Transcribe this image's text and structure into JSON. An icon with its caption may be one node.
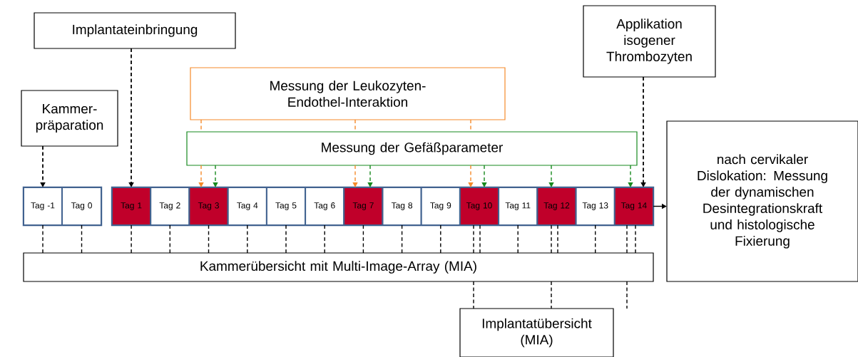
{
  "diagram": {
    "nodes": [
      {
        "text": [
          "Implantateinbringung"
        ]
      },
      {
        "text": [
          "Applikation isogener Thrombozyten"
        ]
      },
      {
        "text": [
          "Messung der Leukozyten-Endothel-Interaktion"
        ]
      },
      {
        "text": [
          "Kammer-präparation"
        ]
      },
      {
        "text": [
          "Messung der Gefäßparameter"
        ]
      },
      {
        "text": [
          "nach cervikaler Dislokation: Messung der dynamischen Desintegrationskraft und histologische Fixierung"
        ]
      },
      {
        "text": [
          "Tag -1"
        ]
      },
      {
        "text": [
          "Tag 0"
        ]
      },
      {
        "text": [
          "Tag 1"
        ]
      },
      {
        "text": [
          "Tag 2"
        ]
      },
      {
        "text": [
          "Tag 3"
        ]
      },
      {
        "text": [
          "Tag 4"
        ]
      },
      {
        "text": [
          "Tag 5"
        ]
      },
      {
        "text": [
          "Tag 6"
        ]
      },
      {
        "text": [
          "Tag 7"
        ]
      },
      {
        "text": [
          "Tag 8"
        ]
      },
      {
        "text": [
          "Tag 9"
        ]
      },
      {
        "text": [
          "Tag 10"
        ]
      },
      {
        "text": [
          "Tag 11"
        ]
      },
      {
        "text": [
          "Tag 12"
        ]
      },
      {
        "text": [
          "Tag 13"
        ]
      },
      {
        "text": [
          "Tag 14"
        ]
      },
      {
        "text": [
          "Kammerübersicht mit Multi-Image-Array (MIA)"
        ]
      },
      {
        "text": [
          "Implantatübersicht (MIA)"
        ]
      }
    ],
    "edges": [
      {
        "from": 3,
        "to": 6,
        "arrow": "to",
        "style": "dashed"
      },
      {
        "from": 0,
        "to": 8,
        "arrow": "to",
        "style": "dashed"
      },
      {
        "from": 1,
        "to": 21,
        "arrow": "to",
        "style": "dashed"
      },
      {
        "from": 2,
        "to": 4,
        "arrow": "none",
        "style": "dashed",
        "color": "#f58a2a"
      },
      {
        "from": 2,
        "to": 4,
        "arrow": "none",
        "style": "dashed",
        "color": "#f58a2a"
      },
      {
        "from": 2,
        "to": 4,
        "arrow": "none",
        "style": "dashed",
        "color": "#f58a2a"
      },
      {
        "from": 4,
        "to": 10,
        "arrow": "to",
        "style": "dashed",
        "color": "#f58a2a"
      },
      {
        "from": 4,
        "to": 14,
        "arrow": "to",
        "style": "dashed",
        "color": "#f58a2a"
      },
      {
        "from": 4,
        "to": 17,
        "arrow": "to",
        "style": "dashed",
        "color": "#f58a2a"
      },
      {
        "from": 4,
        "to": 10,
        "arrow": "to",
        "style": "dashed",
        "color": "#17891e"
      },
      {
        "from": 4,
        "to": 14,
        "arrow": "to",
        "style": "dashed",
        "color": "#17891e"
      },
      {
        "from": 4,
        "to": 17,
        "arrow": "to",
        "style": "dashed",
        "color": "#17891e"
      },
      {
        "from": 4,
        "to": 19,
        "arrow": "to",
        "style": "dashed",
        "color": "#17891e"
      },
      {
        "from": 4,
        "to": 21,
        "arrow": "to",
        "style": "dashed",
        "color": "#17891e"
      },
      {
        "from": 21,
        "to": 5,
        "arrow": "to"
      },
      {
        "from": 6,
        "to": 22,
        "arrow": "none",
        "style": "dashed"
      },
      {
        "from": 7,
        "to": 22,
        "arrow": "none",
        "style": "dashed"
      },
      {
        "from": 8,
        "to": 22,
        "arrow": "none",
        "style": "dashed"
      },
      {
        "from": 9,
        "to": 22,
        "arrow": "none",
        "style": "dashed"
      },
      {
        "from": 10,
        "to": 22,
        "arrow": "none",
        "style": "dashed"
      },
      {
        "from": 11,
        "to": 22,
        "arrow": "none",
        "style": "dashed"
      },
      {
        "from": 12,
        "to": 22,
        "arrow": "none",
        "style": "dashed"
      },
      {
        "from": 13,
        "to": 22,
        "arrow": "none",
        "style": "dashed"
      },
      {
        "from": 14,
        "to": 22,
        "arrow": "none",
        "style": "dashed"
      },
      {
        "from": 15,
        "to": 22,
        "arrow": "none",
        "style": "dashed"
      },
      {
        "from": 16,
        "to": 22,
        "arrow": "none",
        "style": "dashed"
      },
      {
        "from": 17,
        "to": 22,
        "arrow": "none",
        "style": "dashed"
      },
      {
        "from": 18,
        "to": 22,
        "arrow": "none",
        "style": "dashed"
      },
      {
        "from": 19,
        "to": 22,
        "arrow": "none",
        "style": "dashed"
      },
      {
        "from": 20,
        "to": 22,
        "arrow": "none",
        "style": "dashed"
      },
      {
        "from": 21,
        "to": 22,
        "arrow": "none",
        "style": "dashed"
      },
      {
        "from": 17,
        "to": 22,
        "arrow": "none",
        "style": "dashed"
      },
      {
        "from": 19,
        "to": 22,
        "arrow": "none",
        "style": "dashed"
      },
      {
        "from": 21,
        "to": 22,
        "arrow": "none",
        "style": "dashed"
      },
      {
        "from": 22,
        "to": 23,
        "arrow": "none",
        "style": "dashed"
      },
      {
        "from": 22,
        "to": 23,
        "arrow": "none",
        "style": "dashed"
      },
      {
        "from": 22,
        "to": 23,
        "arrow": "none",
        "style": "dashed"
      }
    ]
  }
}
